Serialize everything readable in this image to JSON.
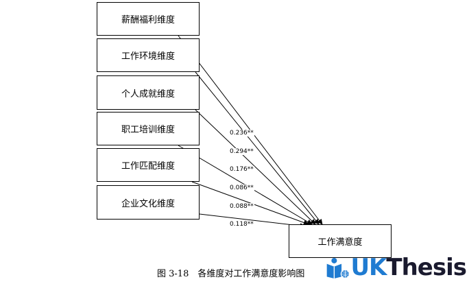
{
  "predictors": [
    {
      "label": "薪酬福利维度"
    },
    {
      "label": "工作环境维度"
    },
    {
      "label": "个人成就维度"
    },
    {
      "label": "职工培训维度"
    },
    {
      "label": "工作匹配维度"
    },
    {
      "label": "企业文化维度"
    }
  ],
  "outcome": {
    "label": "工作满意度"
  },
  "coefficients": [
    "0.236**",
    "0.294**",
    "0.176**",
    "0.086**",
    "0.088**",
    "0.118**"
  ],
  "caption": "图 3-18　各维度对工作满意度影响图",
  "watermark": {
    "text_uk": "UK",
    "text_thesis": "Thesis"
  }
}
